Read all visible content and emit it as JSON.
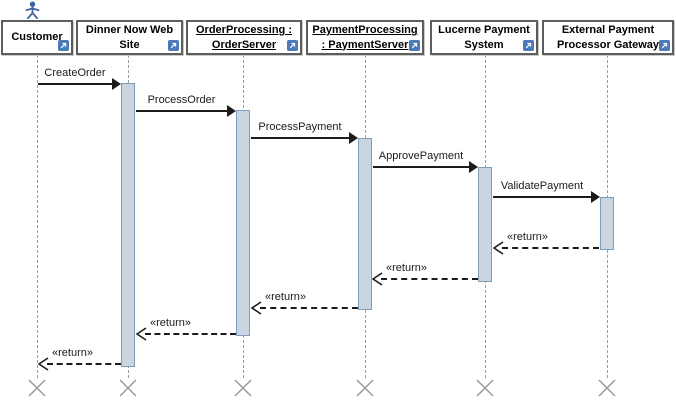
{
  "diagram": {
    "kind": "uml-sequence-diagram"
  },
  "colors": {
    "background": "#ffffff",
    "box_border": "#5d5d5d",
    "activation_fill": "#c9d6e2",
    "activation_border": "#7f9db9",
    "lifeline_dash": "#9b9b9b",
    "message_line": "#1c1c1c",
    "actor_blue": "#3c62a0",
    "nav_icon_blue": "#4a7ab8"
  },
  "lifelines": [
    {
      "label": "Customer",
      "is_actor": true,
      "underlined": false
    },
    {
      "label": "Dinner Now Web Site",
      "is_actor": false,
      "underlined": false
    },
    {
      "label": "OrderProcessing : OrderServer",
      "is_actor": false,
      "underlined": true
    },
    {
      "label": "PaymentProcessing : PaymentServer",
      "is_actor": false,
      "underlined": true
    },
    {
      "label": "Lucerne Payment System",
      "is_actor": false,
      "underlined": false
    },
    {
      "label": "External Payment Processor Gateway",
      "is_actor": false,
      "underlined": false
    }
  ],
  "messages": [
    {
      "label": "CreateOrder",
      "type": "call",
      "from": "Customer",
      "to": "Dinner Now Web Site"
    },
    {
      "label": "ProcessOrder",
      "type": "call",
      "from": "Dinner Now Web Site",
      "to": "OrderProcessing : OrderServer"
    },
    {
      "label": "ProcessPayment",
      "type": "call",
      "from": "OrderProcessing : OrderServer",
      "to": "PaymentProcessing : PaymentServer"
    },
    {
      "label": "ApprovePayment",
      "type": "call",
      "from": "PaymentProcessing : PaymentServer",
      "to": "Lucerne Payment System"
    },
    {
      "label": "ValidatePayment",
      "type": "call",
      "from": "Lucerne Payment System",
      "to": "External Payment Processor Gateway"
    },
    {
      "label": "«return»",
      "type": "return",
      "from": "External Payment Processor Gateway",
      "to": "Lucerne Payment System"
    },
    {
      "label": "«return»",
      "type": "return",
      "from": "Lucerne Payment System",
      "to": "PaymentProcessing : PaymentServer"
    },
    {
      "label": "«return»",
      "type": "return",
      "from": "PaymentProcessing : PaymentServer",
      "to": "OrderProcessing : OrderServer"
    },
    {
      "label": "«return»",
      "type": "return",
      "from": "OrderProcessing : OrderServer",
      "to": "Dinner Now Web Site"
    },
    {
      "label": "«return»",
      "type": "return",
      "from": "Dinner Now Web Site",
      "to": "Customer"
    }
  ]
}
